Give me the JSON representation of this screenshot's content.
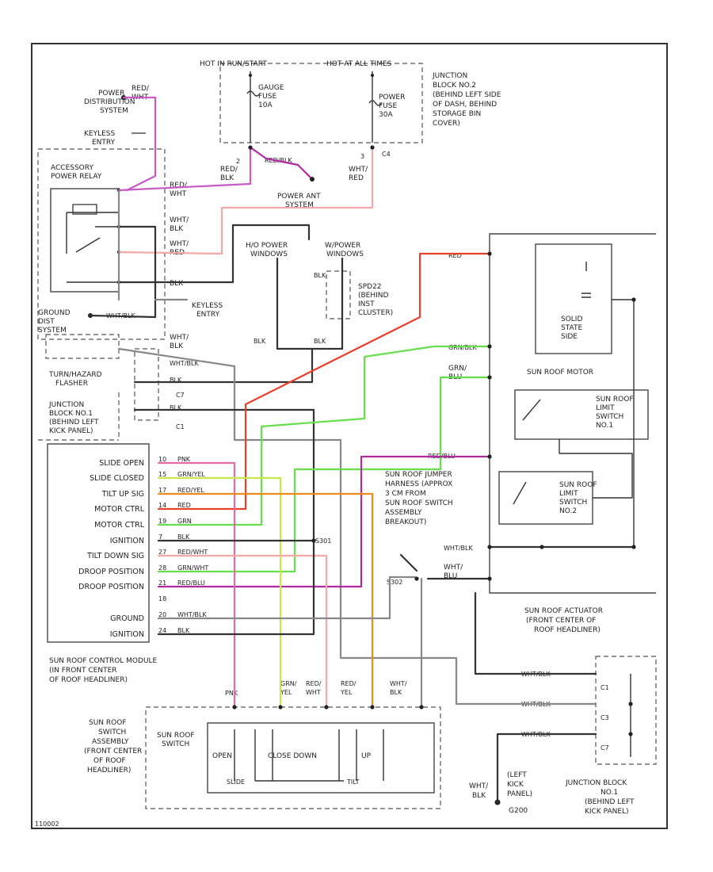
{
  "colors": {
    "pink": "#e86aa2",
    "red": "#e8402a",
    "green": "#66e04a",
    "yellow_green": "#c8e84a",
    "orange": "#f08a1a",
    "magenta": "#b02aa0",
    "violet": "#c85ac8",
    "salmon": "#f5a8a8",
    "dark": "#333333",
    "grey": "#888888"
  },
  "labels": {
    "pdist": [
      "POWER",
      "DISTRIBUTION",
      "SYSTEM"
    ],
    "pdist_wire": [
      "RED/",
      "WHT"
    ],
    "keyless": [
      "KEYLESS",
      "ENTRY"
    ],
    "apr": [
      "ACCESSORY",
      "POWER RELAY"
    ],
    "apr_wire1": [
      "RED/",
      "WHT"
    ],
    "apr_wire2": [
      "WHT/",
      "BLK"
    ],
    "apr_wire3": [
      "WHT/",
      "RED"
    ],
    "apr_blk": "BLK",
    "ground": [
      "GROUND",
      "DIST",
      "SYSTEM"
    ],
    "ground_wire": "WHT/BLK",
    "turn": [
      "TURN/HAZARD",
      "FLASHER"
    ],
    "jb1_left": [
      "JUNCTION",
      "BLOCK NO.1",
      "(BEHIND LEFT",
      "KICK PANEL)"
    ],
    "jb1_wire1": [
      "WHT/",
      "BLK"
    ],
    "jb1_wire2": "WHT/BLK",
    "jb1_wire3": "BLK",
    "jb1_wire4": "BLK",
    "ca_c7": "C7",
    "ca_c1": "C1",
    "jb2_hot1": "HOT IN RUN/START",
    "jb2_hot2": "HOT AT ALL TIMES",
    "gauge_fuse": [
      "GAUGE",
      "FUSE",
      "10A"
    ],
    "power_fuse": [
      "POWER",
      "FUSE",
      "30A"
    ],
    "jb2_label": [
      "JUNCTION",
      "BLOCK NO.2",
      "(BEHIND LEFT SIDE",
      "OF DASH, BEHIND",
      "STORAGE BIN",
      "COVER)"
    ],
    "jb2_c4": "C4",
    "jb2_pin2": "2",
    "jb2_pin3": "3",
    "redblk1": [
      "RED/",
      "BLK"
    ],
    "redblk2": "RED/BLK",
    "whtred": [
      "WHT/",
      "RED"
    ],
    "pwr_ant": [
      "POWER ANT",
      "SYSTEM"
    ],
    "hi_pwr": [
      "H/O POWER",
      "WINDOWS"
    ],
    "w_pwr": [
      "W/POWER",
      "WINDOWS"
    ],
    "blk_a": "BLK",
    "blk_b": "BLK",
    "blk_c": "BLK",
    "spd": [
      "SPD22",
      "(BEHIND",
      "INST",
      "CLUSTER)"
    ],
    "redpin_top": "RED",
    "grnblk": "GRN/BLK",
    "grnblu": [
      "GRN/",
      "BLU"
    ],
    "solid_state": [
      "SOLID",
      "STATE",
      "SIDE"
    ],
    "sunroof_motor": "SUN ROOF MOTOR",
    "limit1": [
      "SUN ROOF",
      "LIMIT",
      "SWITCH",
      "NO.1"
    ],
    "limit2": [
      "SUN ROOF",
      "LIMIT",
      "SWITCH",
      "NO.2"
    ],
    "redblu_top": "RED/BLU",
    "jumper": [
      "SUN ROOF JUMPER",
      "HARNESS (APPROX",
      "3 CM FROM",
      "SUN ROOF SWITCH",
      "ASSEMBLY",
      "BREAKOUT)"
    ],
    "whtblk_act": "WHT/BLK",
    "whtblu_act": [
      "WHT/",
      "BLU"
    ],
    "s302": "S302",
    "s301": "S301",
    "actuator": [
      "SUN ROOF ACTUATOR",
      "(FRONT CENTER OF",
      "ROOF HEADLINER)"
    ],
    "module_pins": [
      "SLIDE OPEN",
      "SLIDE CLOSED",
      "TILT UP SIG",
      "MOTOR CTRL",
      "MOTOR CTRL",
      "IGNITION",
      "TILT DOWN SIG",
      "DROOP POSITION",
      "DROOP POSITION",
      "",
      "GROUND",
      "IGNITION"
    ],
    "module_wires": [
      "PNK",
      "GRN/YEL",
      "RED/YEL",
      "RED",
      "GRN",
      "BLK",
      "RED/WHT",
      "GRN/WHT",
      "RED/BLU",
      "",
      "WHT/BLK",
      "BLK"
    ],
    "module_nums": [
      "10",
      "15",
      "17",
      "14",
      "19",
      "7",
      "27",
      "28",
      "21",
      "18",
      "20",
      "24"
    ],
    "module": [
      "SUN ROOF CONTROL MODULE",
      "(IN FRONT CENTER",
      "OF ROOF HEADLINER)"
    ],
    "sw_assy": [
      "SUN ROOF",
      "SWITCH",
      "ASSEMBLY",
      "(FRONT CENTER",
      "OF ROOF",
      "HEADLINER)"
    ],
    "sw_title": [
      "SUN ROOF",
      "SWITCH"
    ],
    "sw_open": "OPEN",
    "sw_close": "CLOSE DOWN",
    "sw_up": "UP",
    "sw_slide": "SLIDE",
    "sw_tilt": "TILT",
    "sw_wires": [
      "PNK",
      "GRN/YEL",
      "RED/WHT",
      "RED/YEL",
      "WHT/BLK"
    ],
    "jb1_right_wires": [
      "WHT/BLK",
      "WHT/BLK",
      "WHT/BLK"
    ],
    "jb1_right_pins": [
      "C1",
      "C3",
      "C7"
    ],
    "jb1_right": [
      "JUNCTION BLOCK",
      "NO.1",
      "(BEHIND LEFT",
      "KICK PANEL)"
    ],
    "g200_wire": [
      "WHT/",
      "BLK"
    ],
    "g200": [
      "(LEFT",
      "KICK",
      "PANEL)",
      "G200"
    ],
    "footer": "110002"
  }
}
